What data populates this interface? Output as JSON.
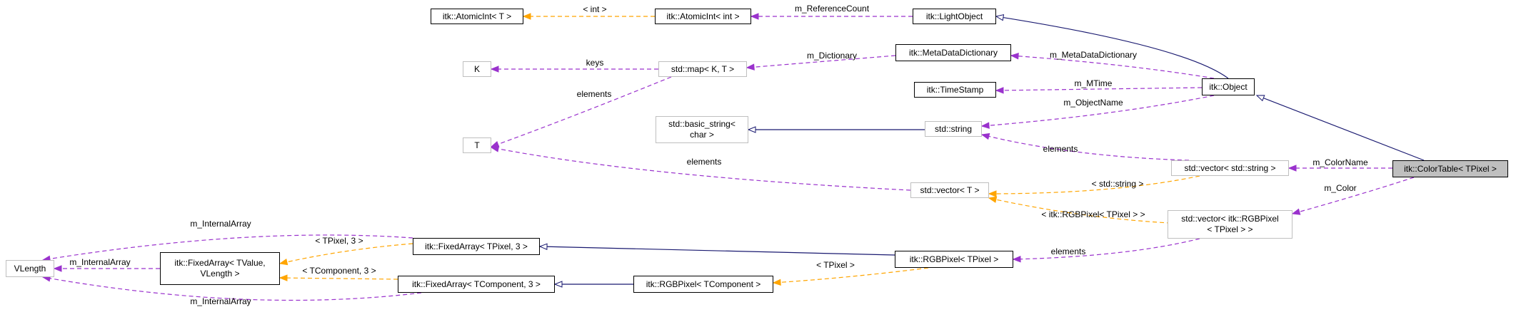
{
  "diagram": {
    "nodes": [
      {
        "id": "atomic_T",
        "label": "itk::AtomicInt< T >",
        "style": "solid"
      },
      {
        "id": "atomic_int",
        "label": "itk::AtomicInt< int >",
        "style": "solid"
      },
      {
        "id": "lightobject",
        "label": "itk::LightObject",
        "style": "solid"
      },
      {
        "id": "K",
        "label": "K",
        "style": "grey"
      },
      {
        "id": "map",
        "label": "std::map< K, T >",
        "style": "grey"
      },
      {
        "id": "metadict",
        "label": "itk::MetaDataDictionary",
        "style": "solid"
      },
      {
        "id": "object",
        "label": "itk::Object",
        "style": "solid"
      },
      {
        "id": "timestamp",
        "label": "itk::TimeStamp",
        "style": "solid"
      },
      {
        "id": "basic_string",
        "label": "std::basic_string<\nchar >",
        "style": "grey"
      },
      {
        "id": "string",
        "label": "std::string",
        "style": "grey"
      },
      {
        "id": "T",
        "label": "T",
        "style": "grey"
      },
      {
        "id": "vec_string",
        "label": "std::vector< std::string >",
        "style": "grey"
      },
      {
        "id": "colortable",
        "label": "itk::ColorTable< TPixel >",
        "style": "focus"
      },
      {
        "id": "vec_T",
        "label": "std::vector< T >",
        "style": "grey"
      },
      {
        "id": "vec_rgb",
        "label": "std::vector< itk::RGBPixel\n< TPixel > >",
        "style": "grey"
      },
      {
        "id": "vlength",
        "label": "VLength",
        "style": "grey"
      },
      {
        "id": "fixed_tvalue",
        "label": "itk::FixedArray< TValue,\nVLength >",
        "style": "solid"
      },
      {
        "id": "fixed_tpixel",
        "label": "itk::FixedArray< TPixel, 3 >",
        "style": "solid"
      },
      {
        "id": "rgb_tpixel",
        "label": "itk::RGBPixel< TPixel >",
        "style": "solid"
      },
      {
        "id": "fixed_tcomp",
        "label": "itk::FixedArray< TComponent, 3 >",
        "style": "solid"
      },
      {
        "id": "rgb_tcomp",
        "label": "itk::RGBPixel< TComponent >",
        "style": "solid"
      }
    ],
    "edges": [
      {
        "id": "e_template_int",
        "from": "atomic_int",
        "to": "atomic_T",
        "kind": "template",
        "label": "< int >"
      },
      {
        "id": "e_refcount",
        "from": "lightobject",
        "to": "atomic_int",
        "kind": "usage",
        "label": "m_ReferenceCount"
      },
      {
        "id": "e_obj_light",
        "from": "object",
        "to": "lightobject",
        "kind": "inherit",
        "label": ""
      },
      {
        "id": "e_keys",
        "from": "map",
        "to": "K",
        "kind": "usage",
        "label": "keys"
      },
      {
        "id": "e_dictionary",
        "from": "metadict",
        "to": "map",
        "kind": "usage",
        "label": "m_Dictionary"
      },
      {
        "id": "e_map_T",
        "from": "map",
        "to": "T",
        "kind": "usage",
        "label": "elements"
      },
      {
        "id": "e_metadict",
        "from": "object",
        "to": "metadict",
        "kind": "usage",
        "label": "m_MetaDataDictionary"
      },
      {
        "id": "e_mtime",
        "from": "object",
        "to": "timestamp",
        "kind": "usage",
        "label": "m_MTime"
      },
      {
        "id": "e_objectname",
        "from": "object",
        "to": "string",
        "kind": "usage",
        "label": "m_ObjectName"
      },
      {
        "id": "e_str_basic",
        "from": "string",
        "to": "basic_string",
        "kind": "inherit",
        "label": ""
      },
      {
        "id": "e_ct_object",
        "from": "colortable",
        "to": "object",
        "kind": "inherit",
        "label": ""
      },
      {
        "id": "e_vecstr_str",
        "from": "vec_string",
        "to": "string",
        "kind": "usage",
        "label": "elements"
      },
      {
        "id": "e_colorname",
        "from": "colortable",
        "to": "vec_string",
        "kind": "usage",
        "label": "m_ColorName"
      },
      {
        "id": "e_vecT_T",
        "from": "vec_T",
        "to": "T",
        "kind": "usage",
        "label": "elements"
      },
      {
        "id": "e_tmpl_string",
        "from": "vec_string",
        "to": "vec_T",
        "kind": "template",
        "label": "< std::string >"
      },
      {
        "id": "e_color",
        "from": "colortable",
        "to": "vec_rgb",
        "kind": "usage",
        "label": "m_Color"
      },
      {
        "id": "e_tmpl_rgb",
        "from": "vec_rgb",
        "to": "vec_T",
        "kind": "template",
        "label": "< itk::RGBPixel< TPixel > >"
      },
      {
        "id": "e_vecrgb_rgb",
        "from": "vec_rgb",
        "to": "rgb_tpixel",
        "kind": "usage",
        "label": "elements"
      },
      {
        "id": "e_rgb_fixed",
        "from": "rgb_tpixel",
        "to": "fixed_tpixel",
        "kind": "inherit",
        "label": ""
      },
      {
        "id": "e_tmpl_tpixel3",
        "from": "fixed_tpixel",
        "to": "fixed_tvalue",
        "kind": "template",
        "label": "< TPixel, 3 >"
      },
      {
        "id": "e_int_top",
        "from": "fixed_tpixel",
        "to": "vlength",
        "kind": "usage",
        "label": "m_InternalArray"
      },
      {
        "id": "e_int_mid",
        "from": "fixed_tvalue",
        "to": "vlength",
        "kind": "usage",
        "label": "m_InternalArray"
      },
      {
        "id": "e_int_bot",
        "from": "fixed_tcomp",
        "to": "vlength",
        "kind": "usage",
        "label": "m_InternalArray"
      },
      {
        "id": "e_tmpl_tcomp3",
        "from": "fixed_tcomp",
        "to": "fixed_tvalue",
        "kind": "template",
        "label": "< TComponent, 3 >"
      },
      {
        "id": "e_rgbc_fixedc",
        "from": "rgb_tcomp",
        "to": "fixed_tcomp",
        "kind": "inherit",
        "label": ""
      },
      {
        "id": "e_tmpl_tpixel",
        "from": "rgb_tpixel",
        "to": "rgb_tcomp",
        "kind": "template",
        "label": "< TPixel >"
      }
    ]
  },
  "colors": {
    "inherit": "#191970",
    "usage": "#9a32cd",
    "template": "#ffa500",
    "solid_border": "#000000",
    "grey_border": "#bfbfbf",
    "focus_fill": "#bfbfbf"
  }
}
